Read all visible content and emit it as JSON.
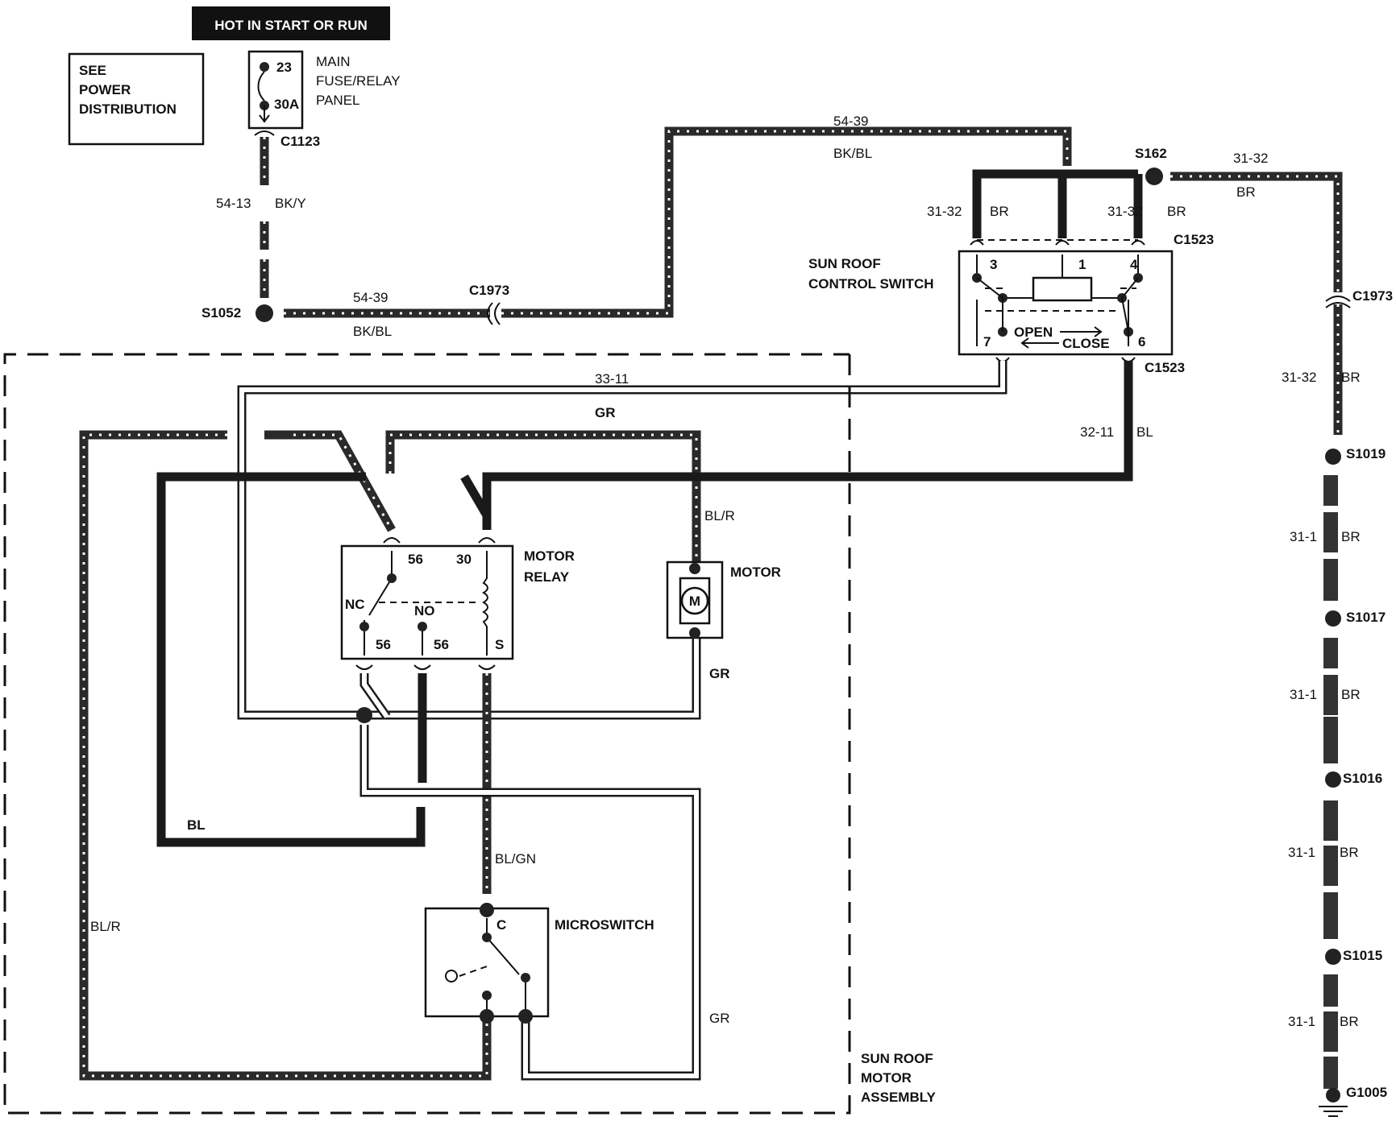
{
  "header": {
    "hot_label": "HOT IN START OR RUN"
  },
  "see_box": {
    "line1": "SEE",
    "line2": "POWER",
    "line3": "DISTRIBUTION"
  },
  "fuse_panel": {
    "fuse_number": "23",
    "fuse_rating": "30A",
    "label_line1": "MAIN",
    "label_line2": "FUSE/RELAY",
    "label_line3": "PANEL",
    "connector": "C1123"
  },
  "wires": {
    "w54_13_circuit": "54-13",
    "w54_13_color": "BK/Y",
    "w54_39_circuit_a": "54-39",
    "w54_39_color_a": "BK/BL",
    "w54_39_circuit_b": "54-39",
    "w54_39_color_b": "BK/BL",
    "w31_32_top_circuit": "31-32",
    "w31_32_top_color": "BR",
    "w31_32_left_circuit": "31-32",
    "w31_32_left_color": "BR",
    "w31_32_right_circuit": "31-32",
    "w31_32_right_color": "BR",
    "w31_32_down_circuit": "31-32",
    "w31_32_down_color": "BR",
    "w33_11_circuit": "33-11",
    "w33_11_color": "GR",
    "w32_11_circuit": "32-11",
    "w32_11_color": "BL",
    "blr_upper": "BL/R",
    "gr_motor": "GR",
    "bl_loop": "BL",
    "blgn": "BL/GN",
    "blr_left": "BL/R",
    "gr_lower": "GR"
  },
  "splices": {
    "s1052": "S1052",
    "s162": "S162",
    "s1019": "S1019",
    "s1017": "S1017",
    "s1016": "S1016",
    "s1015": "S1015",
    "ground": "G1005"
  },
  "connectors": {
    "c1973_mid": "C1973",
    "c1973_right": "C1973",
    "c1523_top": "C1523",
    "c1523_bottom": "C1523"
  },
  "right_branch": [
    {
      "circuit": "31-1",
      "color": "BR"
    },
    {
      "circuit": "31-1",
      "color": "BR"
    },
    {
      "circuit": "31-1",
      "color": "BR"
    },
    {
      "circuit": "31-1",
      "color": "BR"
    }
  ],
  "control_switch": {
    "label_line1": "SUN ROOF",
    "label_line2": "CONTROL SWITCH",
    "pin3": "3",
    "pin1": "1",
    "pin4": "4",
    "pin7": "7",
    "pin6": "6",
    "open_label": "OPEN",
    "close_label": "CLOSE"
  },
  "motor_relay": {
    "label_line1": "MOTOR",
    "label_line2": "RELAY",
    "pin56_top": "56",
    "pin30": "30",
    "nc": "NC",
    "no": "NO",
    "pin56_a": "56",
    "pin56_b": "56",
    "pin_s": "S"
  },
  "motor": {
    "label": "MOTOR",
    "symbol": "M"
  },
  "microswitch": {
    "label": "MICROSWITCH",
    "common": "C"
  },
  "assembly": {
    "line1": "SUN ROOF",
    "line2": "MOTOR",
    "line3": "ASSEMBLY"
  }
}
